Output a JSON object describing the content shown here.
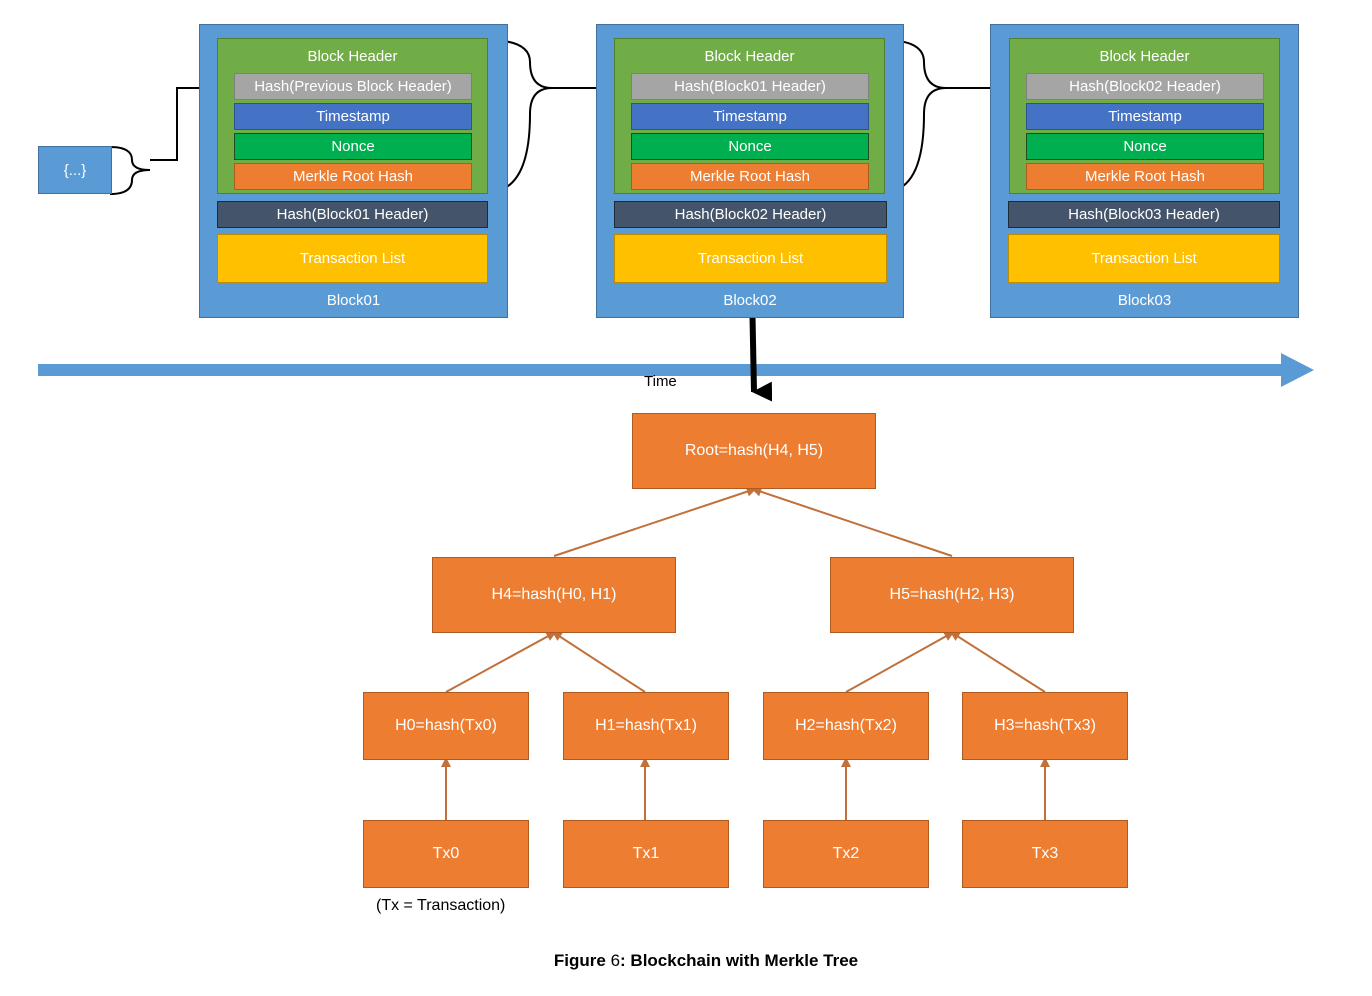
{
  "genesis": {
    "label": "{...}"
  },
  "blocks": [
    {
      "name": "Block01",
      "header_title": "Block Header",
      "prev_hash": "Hash(Previous Block Header)",
      "timestamp": "Timestamp",
      "nonce": "Nonce",
      "merkle": "Merkle Root Hash",
      "own_hash": "Hash(Block01 Header)",
      "tx_list": "Transaction List"
    },
    {
      "name": "Block02",
      "header_title": "Block Header",
      "prev_hash": "Hash(Block01 Header)",
      "timestamp": "Timestamp",
      "nonce": "Nonce",
      "merkle": "Merkle Root Hash",
      "own_hash": "Hash(Block02 Header)",
      "tx_list": "Transaction List"
    },
    {
      "name": "Block03",
      "header_title": "Block Header",
      "prev_hash": "Hash(Block02 Header)",
      "timestamp": "Timestamp",
      "nonce": "Nonce",
      "merkle": "Merkle Root Hash",
      "own_hash": "Hash(Block03 Header)",
      "tx_list": "Transaction List"
    }
  ],
  "timeline": {
    "label": "Time"
  },
  "tree": {
    "root": "Root=hash(H4, H5)",
    "h4": "H4=hash(H0, H1)",
    "h5": "H5=hash(H2, H3)",
    "h0": "H0=hash(Tx0)",
    "h1": "H1=hash(Tx1)",
    "h2": "H2=hash(Tx2)",
    "h3": "H3=hash(Tx3)",
    "tx0": "Tx0",
    "tx1": "Tx1",
    "tx2": "Tx2",
    "tx3": "Tx3",
    "note": "(Tx = Transaction)"
  },
  "caption": {
    "prefix": "Figure ",
    "number": "6",
    "title": ": Blockchain with Merkle Tree"
  },
  "colors": {
    "block": "#5B9BD5",
    "header": "#70AD47",
    "prev_hash": "#A5A5A5",
    "timestamp": "#4472C4",
    "nonce": "#00B050",
    "merkle": "#ED7D31",
    "own_hash": "#44546A",
    "tx_list": "#FFC000",
    "tree_line": "#C0703A"
  }
}
